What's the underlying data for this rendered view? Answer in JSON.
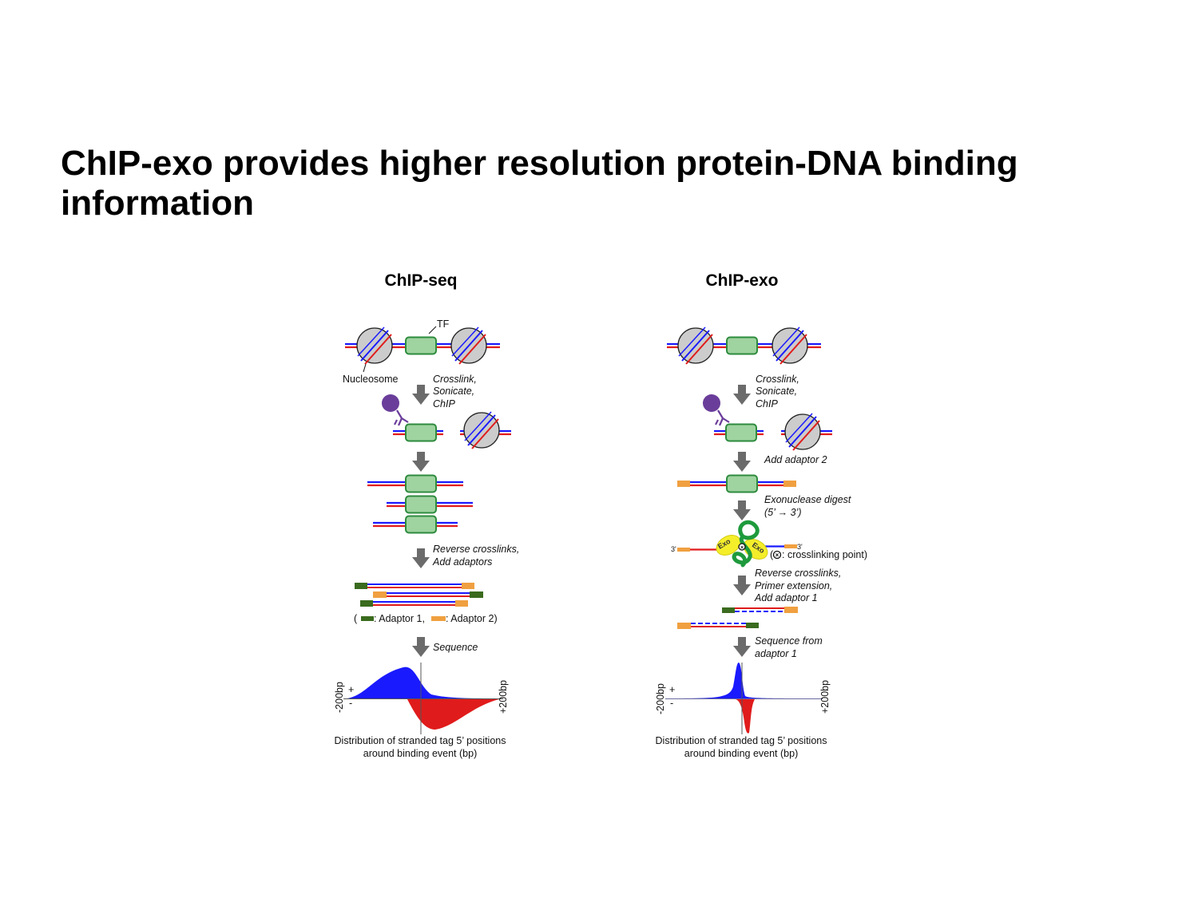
{
  "slide": {
    "title": "ChIP-exo provides higher resolution protein-DNA binding information"
  },
  "panels": {
    "chipseq": {
      "title": "ChIP-seq",
      "tf_label": "TF",
      "nucleosome_label": "Nucleosome",
      "step1": [
        "Crosslink,",
        "Sonicate,",
        "ChIP"
      ],
      "step2": [
        "Reverse crosslinks,",
        "Add adaptors"
      ],
      "adaptor_legend": {
        "open": "(",
        "a1": ": Adaptor 1,",
        "a2": ":  Adaptor 2)"
      },
      "step3": "Sequence",
      "axis_left": "-200bp",
      "axis_right": "+200bp",
      "plus": "+",
      "minus": "-",
      "caption": [
        "Distribution of stranded tag 5’ positions",
        "around binding event (bp)"
      ]
    },
    "chipexo": {
      "title": "ChIP-exo",
      "step1": [
        "Crosslink,",
        "Sonicate,",
        "ChIP"
      ],
      "step2": "Add adaptor 2",
      "step3": [
        "Exonuclease digest",
        "(5’ → 3’)"
      ],
      "exo_label": "Exo",
      "three_prime": "3'",
      "crosslink_note": ": crosslinking point)",
      "crosslink_open": "(",
      "step4": [
        "Reverse crosslinks,",
        "Primer extension,",
        "Add adaptor 1"
      ],
      "step5": [
        "Sequence from",
        "adaptor 1"
      ],
      "axis_left": "-200bp",
      "axis_right": "+200bp",
      "plus": "+",
      "minus": "-",
      "caption": [
        "Distribution of stranded tag 5’ positions",
        "around binding event (bp)"
      ]
    }
  },
  "colors": {
    "dna_blue": "#1a1aff",
    "dna_red": "#e01b1b",
    "tf_fill": "#9fd3a0",
    "tf_stroke": "#2e8b3e",
    "nucleosome": "#cccccc",
    "antibody": "#6a3d9a",
    "adaptor1": "#3a6b1e",
    "adaptor2": "#f0a040",
    "exonuclease": "#f4ee2a",
    "arrow": "#6b6b6b"
  }
}
